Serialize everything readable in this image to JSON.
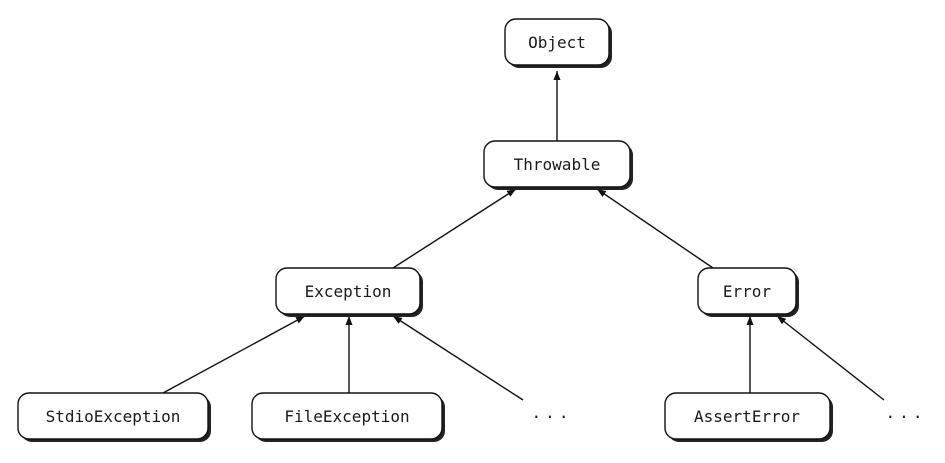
{
  "diagram": {
    "type": "class-hierarchy",
    "nodes": {
      "object": "Object",
      "throwable": "Throwable",
      "exception": "Exception",
      "error": "Error",
      "stdio_exception": "StdioException",
      "file_exception": "FileException",
      "exception_more": "...",
      "assert_error": "AssertError",
      "error_more": "..."
    },
    "edges": [
      {
        "from": "throwable",
        "to": "object"
      },
      {
        "from": "exception",
        "to": "throwable"
      },
      {
        "from": "error",
        "to": "throwable"
      },
      {
        "from": "stdio_exception",
        "to": "exception"
      },
      {
        "from": "file_exception",
        "to": "exception"
      },
      {
        "from": "exception_more",
        "to": "exception"
      },
      {
        "from": "assert_error",
        "to": "error"
      },
      {
        "from": "error_more",
        "to": "error"
      }
    ]
  }
}
